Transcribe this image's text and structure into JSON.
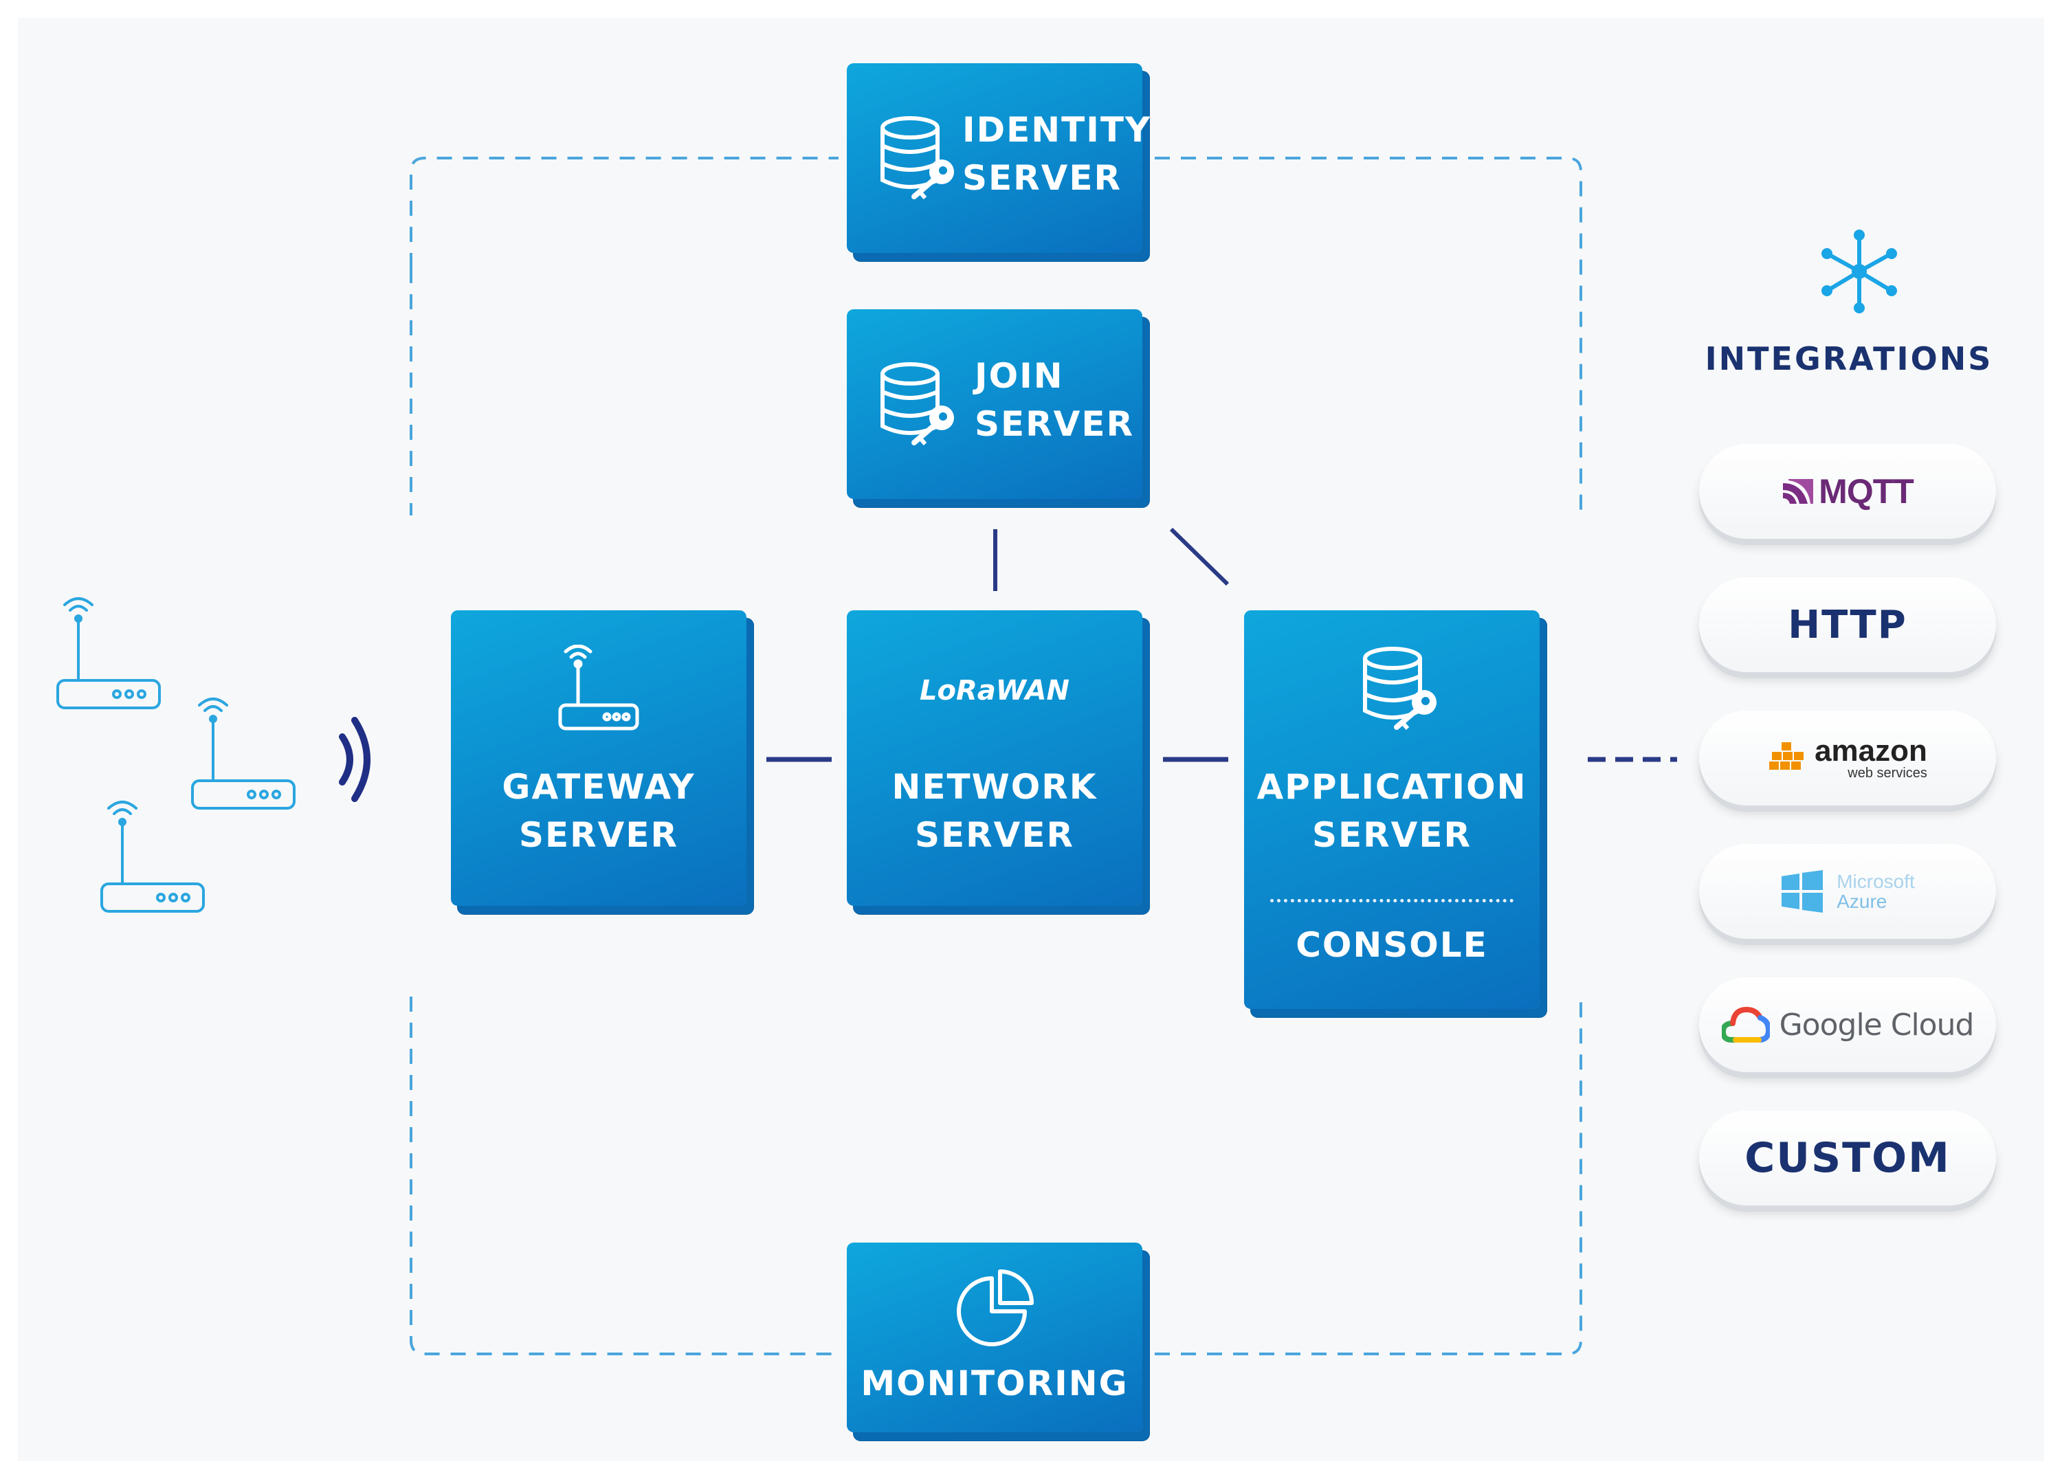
{
  "colors": {
    "block_blue": "#0c8fd0",
    "dashed_line": "#4aa6dc",
    "connector": "#2a3a86",
    "navy_text": "#1b3270",
    "device_outline": "#2aa6e0"
  },
  "servers": {
    "identity": {
      "line1": "IDENTITY",
      "line2": "SERVER",
      "icon": "database-key-icon"
    },
    "join": {
      "line1": "JOIN",
      "line2": "SERVER",
      "icon": "database-key-icon"
    },
    "gateway": {
      "line1": "GATEWAY",
      "line2": "SERVER",
      "icon": "gateway-router-icon"
    },
    "network": {
      "line1": "NETWORK",
      "line2": "SERVER",
      "logo": "LoRaWAN"
    },
    "application": {
      "line1": "APPLICATION",
      "line2": "SERVER",
      "console": "CONSOLE",
      "icon": "database-key-icon"
    },
    "monitoring": {
      "label": "MONITORING",
      "icon": "pie-chart-icon"
    }
  },
  "devices": {
    "count": 3,
    "icon": "router-icon",
    "signal_icon": "radio-waves-icon"
  },
  "integrations": {
    "title": "INTEGRATIONS",
    "icon": "hub-network-icon",
    "items": [
      {
        "label": "MQTT",
        "style": "logo"
      },
      {
        "label": "HTTP",
        "style": "text"
      },
      {
        "label": "amazon",
        "sublabel": "web services",
        "style": "logo"
      },
      {
        "label": "Microsoft",
        "sublabel": "Azure",
        "style": "logo"
      },
      {
        "label": "Google Cloud",
        "style": "logo"
      },
      {
        "label": "CUSTOM",
        "style": "text"
      }
    ]
  }
}
